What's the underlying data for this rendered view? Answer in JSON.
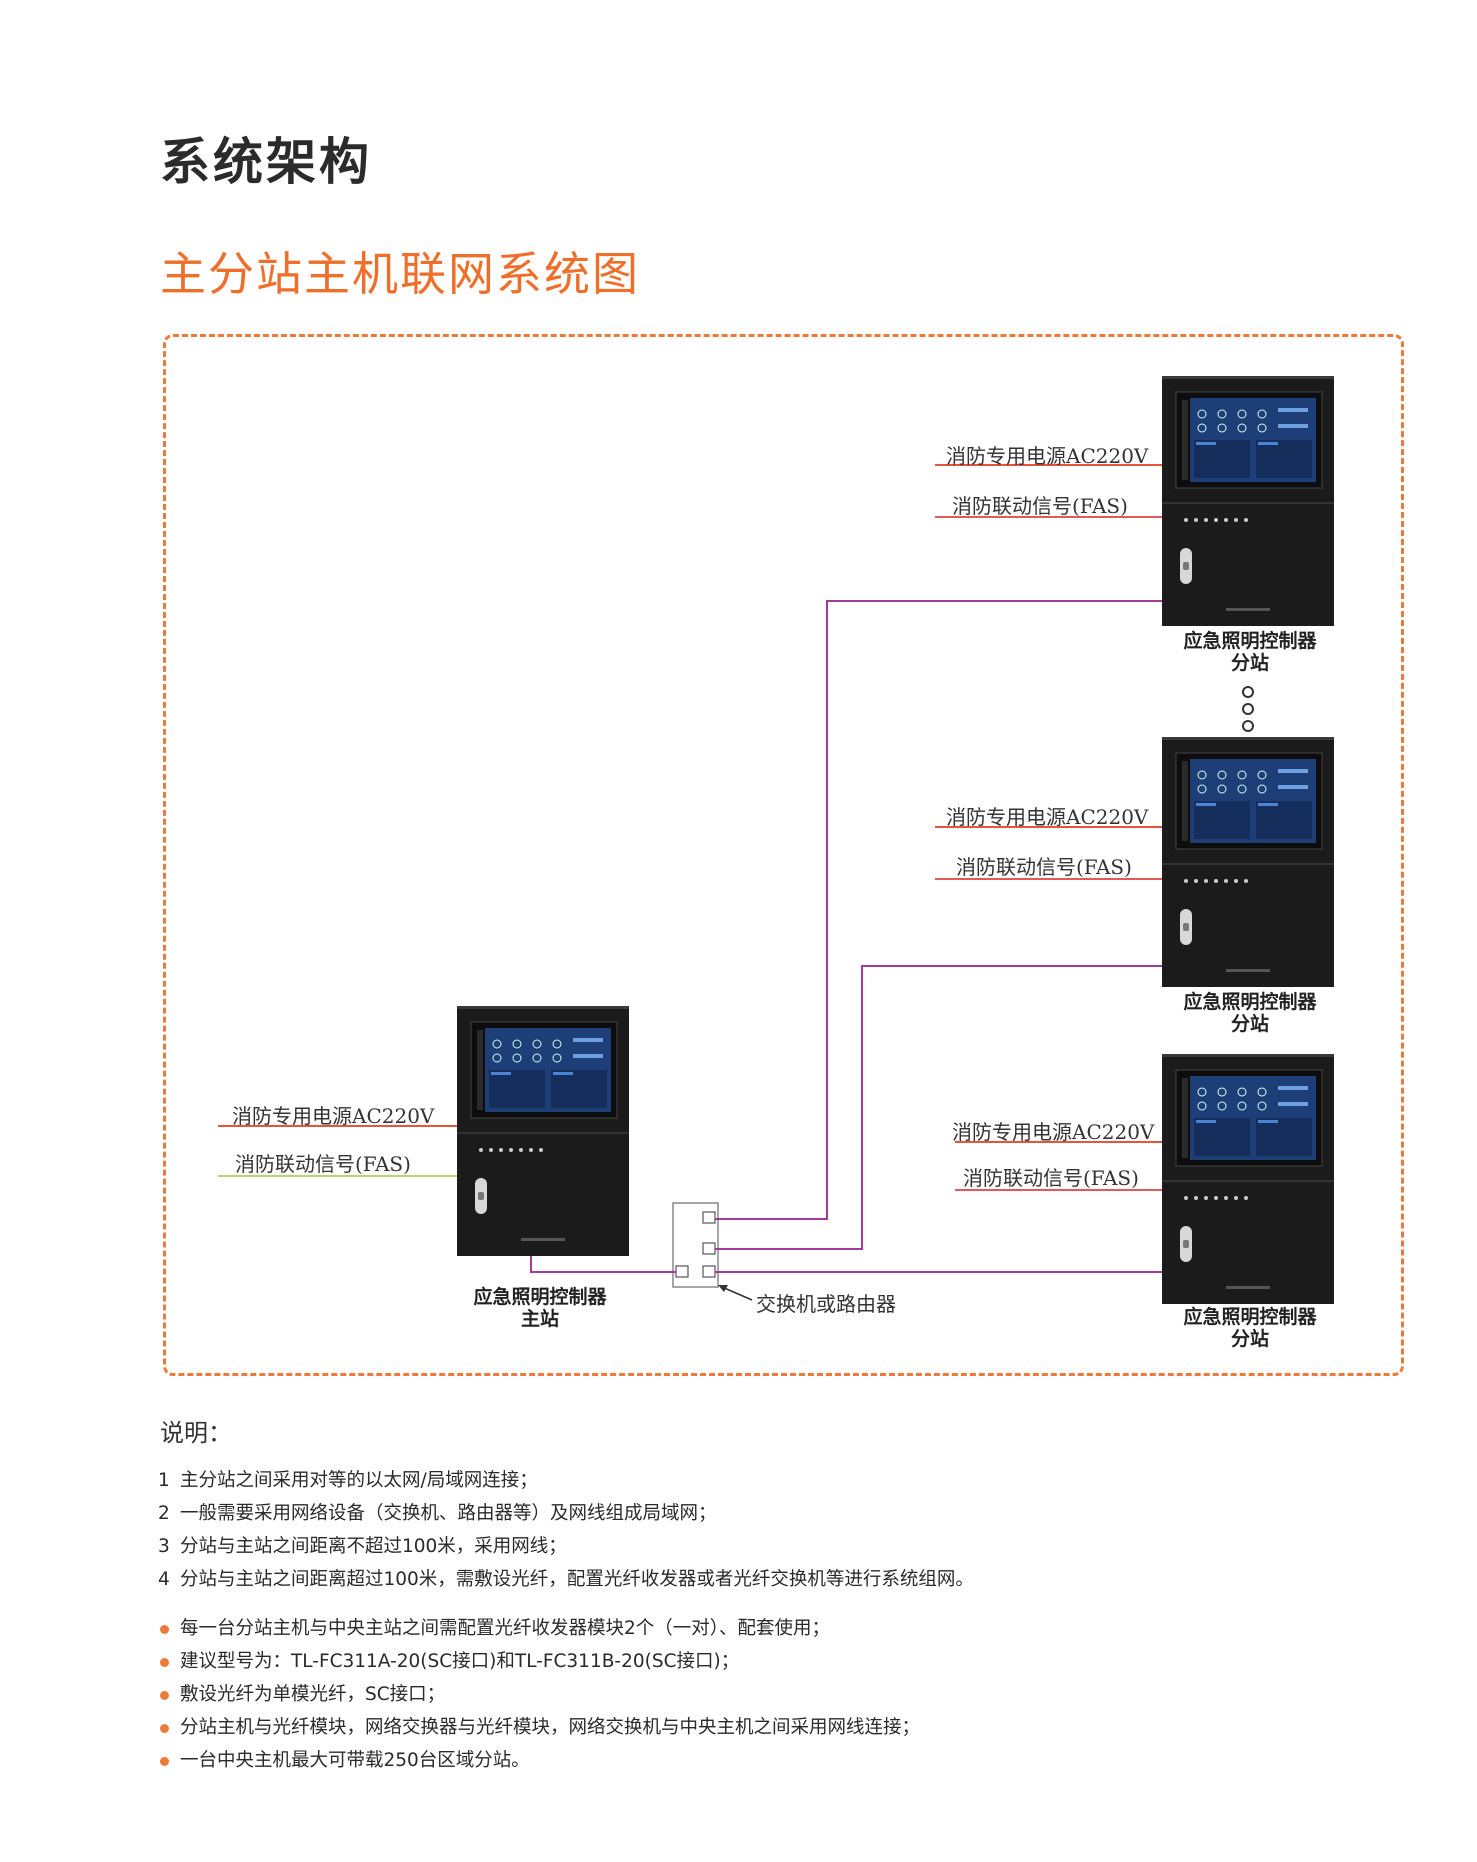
{
  "page": {
    "title": "系统架构",
    "subtitle": "主分站主机联网系统图"
  },
  "diagram": {
    "signals": {
      "power": "消防专用电源AC220V",
      "fas": "消防联动信号(FAS)"
    },
    "controller_name": "应急照明控制器",
    "master_role": "主站",
    "slave_role": "分站",
    "switch_label": "交换机或路由器",
    "panel_caption": "应急照明控制器",
    "colors": {
      "frame": "#ee7a3a",
      "power_line": "#e8533f",
      "fas_line_master": "#b4d66e",
      "fas_line_slave": "#e05a5a",
      "network_line": "#a23a96",
      "cabinet": "#1a1a1a",
      "screen": "#2a5fa8"
    }
  },
  "notes": {
    "heading": "说明：",
    "items": [
      {
        "num": "1",
        "text": "主分站之间采用对等的以太网/局域网连接；"
      },
      {
        "num": "2",
        "text": "一般需要采用网络设备（交换机、路由器等）及网线组成局域网；"
      },
      {
        "num": "3",
        "text": "分站与主站之间距离不超过100米，采用网线；"
      },
      {
        "num": "4",
        "text": "分站与主站之间距离超过100米，需敷设光纤，配置光纤收发器或者光纤交换机等进行系统组网。"
      }
    ],
    "bullets": [
      "每一台分站主机与中央主站之间需配置光纤收发器模块2个（一对）、配套使用；",
      "建议型号为：TL-FC311A-20(SC接口)和TL-FC311B-20(SC接口)；",
      "敷设光纤为单模光纤，SC接口；",
      "分站主机与光纤模块，网络交换器与光纤模块，网络交换机与中央主机之间采用网线连接；",
      "一台中央主机最大可带载250台区域分站。"
    ]
  }
}
